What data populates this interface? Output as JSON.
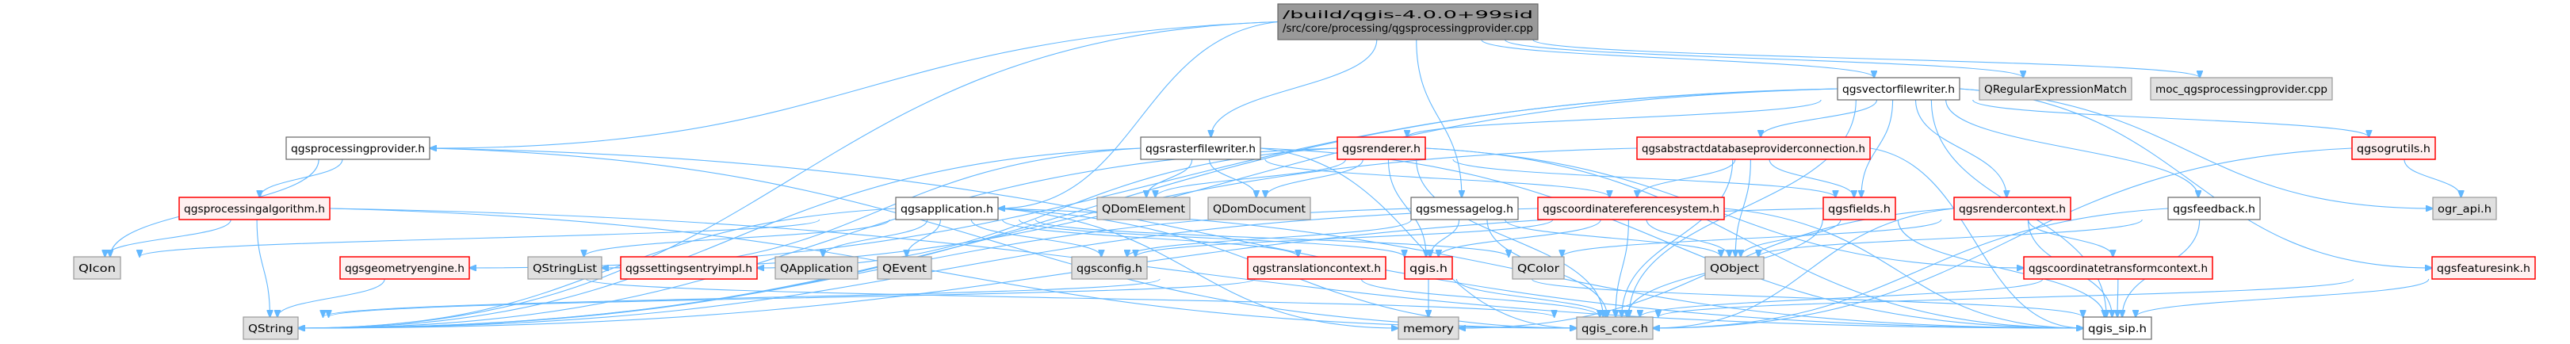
{
  "graph": {
    "root": {
      "id": "root",
      "lines": [
        "/build/qgis-4.0.0+99sid",
        "/src/core/processing/qgsprocessingprovider.cpp"
      ],
      "style": "root"
    },
    "nodes": [
      {
        "id": "qgsvectorfilewriter",
        "label": "qgsvectorfilewriter.h",
        "style": "documented"
      },
      {
        "id": "QRegularExpressionMatch",
        "label": "QRegularExpressionMatch",
        "style": "external"
      },
      {
        "id": "moc",
        "label": "moc_qgsprocessingprovider.cpp",
        "style": "external"
      },
      {
        "id": "qgsprocessingprovider",
        "label": "qgsprocessingprovider.h",
        "style": "documented"
      },
      {
        "id": "qgsrasterfilewriter",
        "label": "qgsrasterfilewriter.h",
        "style": "documented"
      },
      {
        "id": "qgsrenderer",
        "label": "qgsrenderer.h",
        "style": "truncated"
      },
      {
        "id": "qgsabstractdb",
        "label": "qgsabstractdatabaseproviderconnection.h",
        "style": "truncated"
      },
      {
        "id": "qgsogrutils",
        "label": "qgsogrutils.h",
        "style": "truncated"
      },
      {
        "id": "qgsprocessingalgorithm",
        "label": "qgsprocessingalgorithm.h",
        "style": "truncated"
      },
      {
        "id": "qgsapplication",
        "label": "qgsapplication.h",
        "style": "documented"
      },
      {
        "id": "QDomElement",
        "label": "QDomElement",
        "style": "external"
      },
      {
        "id": "QDomDocument",
        "label": "QDomDocument",
        "style": "external"
      },
      {
        "id": "qgsmessagelog",
        "label": "qgsmessagelog.h",
        "style": "documented"
      },
      {
        "id": "qgscrs",
        "label": "qgscoordinatereferencesystem.h",
        "style": "truncated"
      },
      {
        "id": "qgsfields",
        "label": "qgsfields.h",
        "style": "truncated"
      },
      {
        "id": "qgsrendercontext",
        "label": "qgsrendercontext.h",
        "style": "truncated"
      },
      {
        "id": "qgsfeedback",
        "label": "qgsfeedback.h",
        "style": "documented"
      },
      {
        "id": "ogr_api",
        "label": "ogr_api.h",
        "style": "external"
      },
      {
        "id": "QIcon",
        "label": "QIcon",
        "style": "external"
      },
      {
        "id": "qgsgeometryengine",
        "label": "qgsgeometryengine.h",
        "style": "truncated"
      },
      {
        "id": "QStringList",
        "label": "QStringList",
        "style": "external"
      },
      {
        "id": "qgssettingsentryimpl",
        "label": "qgssettingsentryimpl.h",
        "style": "truncated"
      },
      {
        "id": "QApplication",
        "label": "QApplication",
        "style": "external"
      },
      {
        "id": "QEvent",
        "label": "QEvent",
        "style": "external"
      },
      {
        "id": "qgsconfig",
        "label": "qgsconfig.h",
        "style": "external"
      },
      {
        "id": "qgstranslationcontext",
        "label": "qgstranslationcontext.h",
        "style": "truncated"
      },
      {
        "id": "qgis",
        "label": "qgis.h",
        "style": "truncated"
      },
      {
        "id": "QColor",
        "label": "QColor",
        "style": "external"
      },
      {
        "id": "QObject",
        "label": "QObject",
        "style": "external"
      },
      {
        "id": "qgsctcontext",
        "label": "qgscoordinatetransformcontext.h",
        "style": "truncated"
      },
      {
        "id": "qgsfeaturesink",
        "label": "qgsfeaturesink.h",
        "style": "truncated"
      },
      {
        "id": "QString",
        "label": "QString",
        "style": "external"
      },
      {
        "id": "memory",
        "label": "memory",
        "style": "external"
      },
      {
        "id": "qgis_core",
        "label": "qgis_core.h",
        "style": "external"
      },
      {
        "id": "qgis_sip",
        "label": "qgis_sip.h",
        "style": "documented"
      }
    ],
    "edges": [
      [
        "root",
        "QString"
      ],
      [
        "root",
        "qgsprocessingprovider"
      ],
      [
        "root",
        "qgsapplication"
      ],
      [
        "root",
        "qgsrasterfilewriter"
      ],
      [
        "root",
        "qgsmessagelog"
      ],
      [
        "root",
        "qgsvectorfilewriter"
      ],
      [
        "root",
        "QRegularExpressionMatch"
      ],
      [
        "root",
        "moc"
      ],
      [
        "qgsprocessingprovider",
        "QIcon"
      ],
      [
        "qgsprocessingprovider",
        "qgsprocessingalgorithm"
      ],
      [
        "qgsprocessingprovider",
        "qgis_core"
      ],
      [
        "qgsprocessingprovider",
        "qgis_sip"
      ],
      [
        "qgsprocessingalgorithm",
        "QIcon"
      ],
      [
        "qgsprocessingalgorithm",
        "QString"
      ],
      [
        "qgsprocessingalgorithm",
        "qgis_core"
      ],
      [
        "qgsprocessingalgorithm",
        "qgis_sip"
      ],
      [
        "qgsvectorfilewriter",
        "qgsabstractdb"
      ],
      [
        "qgsvectorfilewriter",
        "qgsfields"
      ],
      [
        "qgsvectorfilewriter",
        "qgsrendercontext"
      ],
      [
        "qgsvectorfilewriter",
        "qgsfeedback"
      ],
      [
        "qgsvectorfilewriter",
        "qgsogrutils"
      ],
      [
        "qgsvectorfilewriter",
        "ogr_api"
      ],
      [
        "qgsvectorfilewriter",
        "qgsfeaturesink"
      ],
      [
        "qgsvectorfilewriter",
        "qgis_sip"
      ],
      [
        "qgsvectorfilewriter",
        "qgis_core"
      ],
      [
        "qgsvectorfilewriter",
        "qgsrenderer"
      ],
      [
        "qgsvectorfilewriter",
        "QString"
      ],
      [
        "qgsvectorfilewriter",
        "qgsgeometryengine"
      ],
      [
        "qgsvectorfilewriter",
        "QStringList"
      ],
      [
        "qgsrasterfilewriter",
        "QDomElement"
      ],
      [
        "qgsrasterfilewriter",
        "QDomDocument"
      ],
      [
        "qgsrasterfilewriter",
        "qgis_core"
      ],
      [
        "qgsrasterfilewriter",
        "qgis_sip"
      ],
      [
        "qgsrasterfilewriter",
        "QString"
      ],
      [
        "qgsrasterfilewriter",
        "qgscrs"
      ],
      [
        "qgsrasterfilewriter",
        "QStringList"
      ],
      [
        "qgsrenderer",
        "QDomElement"
      ],
      [
        "qgsrenderer",
        "QDomDocument"
      ],
      [
        "qgsrenderer",
        "qgis"
      ],
      [
        "qgsrenderer",
        "qgis_core"
      ],
      [
        "qgsrenderer",
        "qgis_sip"
      ],
      [
        "qgsrenderer",
        "QString"
      ],
      [
        "qgsrenderer",
        "qgsfields"
      ],
      [
        "qgsrenderer",
        "qgsctcontext"
      ],
      [
        "qgsrenderer",
        "qgssettingsentryimpl"
      ],
      [
        "qgsabstractdb",
        "qgscrs"
      ],
      [
        "qgsabstractdb",
        "qgsfields"
      ],
      [
        "qgsabstractdb",
        "QObject"
      ],
      [
        "qgsabstractdb",
        "qgis_core"
      ],
      [
        "qgsabstractdb",
        "qgis_sip"
      ],
      [
        "qgsabstractdb",
        "QString"
      ],
      [
        "qgsapplication",
        "QEvent"
      ],
      [
        "qgsapplication",
        "qgsconfig"
      ],
      [
        "qgsapplication",
        "qgstranslationcontext"
      ],
      [
        "qgsapplication",
        "qgis"
      ],
      [
        "qgsapplication",
        "QColor"
      ],
      [
        "qgsapplication",
        "qgis_core"
      ],
      [
        "qgsapplication",
        "memory"
      ],
      [
        "qgsapplication",
        "QString"
      ],
      [
        "qgsapplication",
        "QApplication"
      ],
      [
        "qgsapplication",
        "QIcon"
      ],
      [
        "qgsapplication",
        "QStringList"
      ],
      [
        "qgsapplication",
        "qgis_sip"
      ],
      [
        "qgsmessagelog",
        "qgis"
      ],
      [
        "qgsmessagelog",
        "qgis_core"
      ],
      [
        "qgsmessagelog",
        "qgsconfig"
      ],
      [
        "qgsmessagelog",
        "QString"
      ],
      [
        "qgsmessagelog",
        "QObject"
      ],
      [
        "qgscrs",
        "qgis"
      ],
      [
        "qgscrs",
        "qgsconfig"
      ],
      [
        "qgscrs",
        "QObject"
      ],
      [
        "qgscrs",
        "qgis_core"
      ],
      [
        "qgscrs",
        "qgis_sip"
      ],
      [
        "qgscrs",
        "QString"
      ],
      [
        "qgsfields",
        "qgis_core"
      ],
      [
        "qgsfields",
        "qgis_sip"
      ],
      [
        "qgsfields",
        "QString"
      ],
      [
        "qgsfields",
        "QObject"
      ],
      [
        "qgsrendercontext",
        "qgsctcontext"
      ],
      [
        "qgsrendercontext",
        "qgis_core"
      ],
      [
        "qgsrendercontext",
        "qgis_sip"
      ],
      [
        "qgsrendercontext",
        "QColor"
      ],
      [
        "qgsrendercontext",
        "memory"
      ],
      [
        "qgsfeedback",
        "QObject"
      ],
      [
        "qgsfeedback",
        "qgis_core"
      ],
      [
        "qgsfeedback",
        "qgis_sip"
      ],
      [
        "qgsogrutils",
        "ogr_api"
      ],
      [
        "qgsogrutils",
        "qgis_core"
      ],
      [
        "qgsfeaturesink",
        "qgis_core"
      ],
      [
        "qgsfeaturesink",
        "qgis_sip"
      ],
      [
        "qgsctcontext",
        "qgis_sip"
      ],
      [
        "qgsctcontext",
        "qgis_core"
      ],
      [
        "qgis",
        "memory"
      ],
      [
        "qgis",
        "qgis_core"
      ],
      [
        "qgis",
        "qgis_sip"
      ],
      [
        "qgis",
        "QString"
      ],
      [
        "qgstranslationcontext",
        "qgis_core"
      ],
      [
        "qgstranslationcontext",
        "QString"
      ],
      [
        "qgsgeometryengine",
        "QString"
      ],
      [
        "qgsgeometryengine",
        "qgis_core"
      ]
    ],
    "colors": {
      "edge": "#63b8ff",
      "root_fill": "#999999",
      "root_border": "#666666",
      "documented_fill": "#ffffff",
      "documented_border": "#666666",
      "truncated_fill": "#fff0f0",
      "truncated_border": "#ff0000",
      "external_fill": "#e0e0e0",
      "external_border": "#999999"
    }
  }
}
